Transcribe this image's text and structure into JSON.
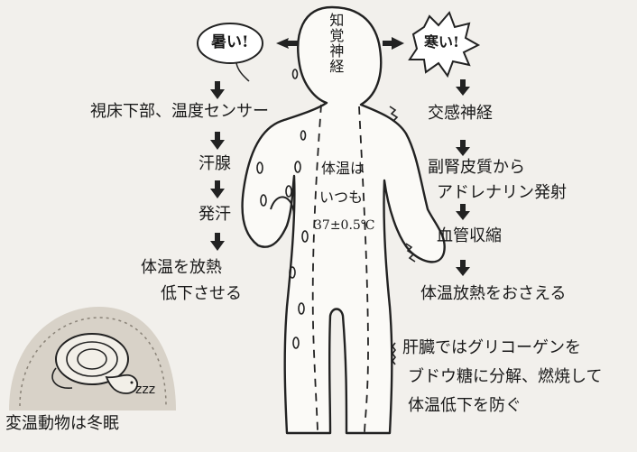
{
  "center": {
    "nerve": "知覚神経",
    "temp_line1": "体温は",
    "temp_line2": "いつも",
    "temp_line3": "37±0.5℃"
  },
  "hot": {
    "bubble": "暑い!",
    "steps": [
      "視床下部、温度センサー",
      "汗腺",
      "発汗"
    ],
    "result_line1": "体温を放熱",
    "result_line2": "低下させる"
  },
  "cold": {
    "bubble": "寒い!",
    "step1": "交感神経",
    "step2_line1": "副腎皮質から",
    "step2_line2": "アドレナリン発射",
    "step3": "血管収縮",
    "step4": "体温放熱をおさえる",
    "liver_line1": "肝臓ではグリコーゲンを",
    "liver_line2": "ブドウ糖に分解、燃焼して",
    "liver_line3": "体温低下を防ぐ"
  },
  "hibernation": {
    "caption": "変温動物は冬眠",
    "snore": "zzz"
  }
}
